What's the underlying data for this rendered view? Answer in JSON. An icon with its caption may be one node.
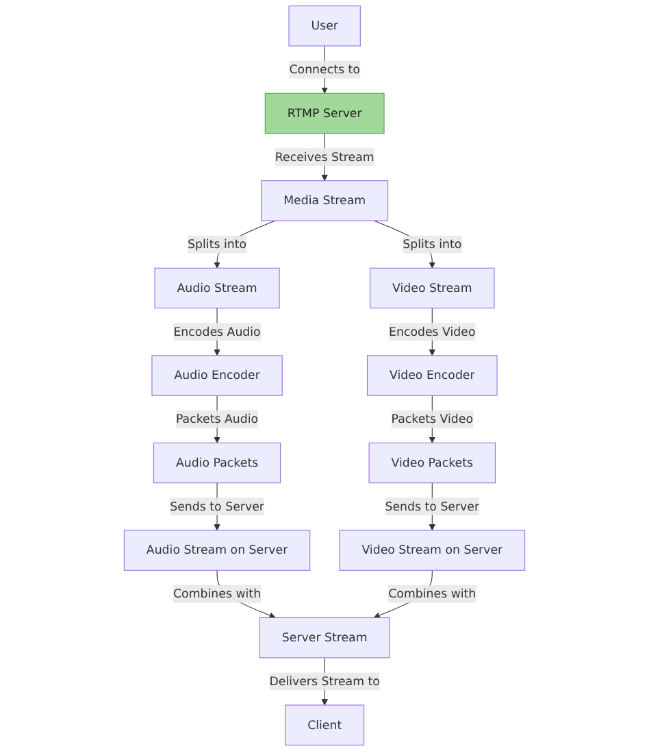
{
  "diagram": {
    "nodes": [
      {
        "text": [
          "User"
        ]
      },
      {
        "text": [
          "RTMP Server"
        ]
      },
      {
        "text": [
          "Media Stream"
        ]
      },
      {
        "text": [
          "Audio Stream"
        ]
      },
      {
        "text": [
          "Video Stream"
        ]
      },
      {
        "text": [
          "Audio Encoder"
        ]
      },
      {
        "text": [
          "Video Encoder"
        ]
      },
      {
        "text": [
          "Audio Packets"
        ]
      },
      {
        "text": [
          "Video Packets"
        ]
      },
      {
        "text": [
          "Audio Stream on Server"
        ]
      },
      {
        "text": [
          "Video Stream on Server"
        ]
      },
      {
        "text": [
          "Server Stream"
        ]
      },
      {
        "text": [
          "Client"
        ]
      }
    ],
    "edges": [
      {
        "from": 0,
        "to": 1,
        "arrow": "to",
        "label": "Connects to"
      },
      {
        "from": 1,
        "to": 2,
        "arrow": "to",
        "label": "Receives Stream"
      },
      {
        "from": 2,
        "to": 3,
        "arrow": "to",
        "label": "Splits into"
      },
      {
        "from": 2,
        "to": 4,
        "arrow": "to",
        "label": "Splits into"
      },
      {
        "from": 3,
        "to": 5,
        "arrow": "to",
        "label": "Encodes Audio"
      },
      {
        "from": 4,
        "to": 6,
        "arrow": "to",
        "label": "Encodes Video"
      },
      {
        "from": 5,
        "to": 7,
        "arrow": "to",
        "label": "Packets Audio"
      },
      {
        "from": 6,
        "to": 8,
        "arrow": "to",
        "label": "Packets Video"
      },
      {
        "from": 7,
        "to": 9,
        "arrow": "to",
        "label": "Sends to Server"
      },
      {
        "from": 8,
        "to": 10,
        "arrow": "to",
        "label": "Sends to Server"
      },
      {
        "from": 9,
        "to": 11,
        "arrow": "to",
        "label": "Combines with"
      },
      {
        "from": 10,
        "to": 11,
        "arrow": "to",
        "label": "Combines with"
      },
      {
        "from": 11,
        "to": 12,
        "arrow": "to",
        "label": "Delivers Stream to"
      }
    ]
  }
}
